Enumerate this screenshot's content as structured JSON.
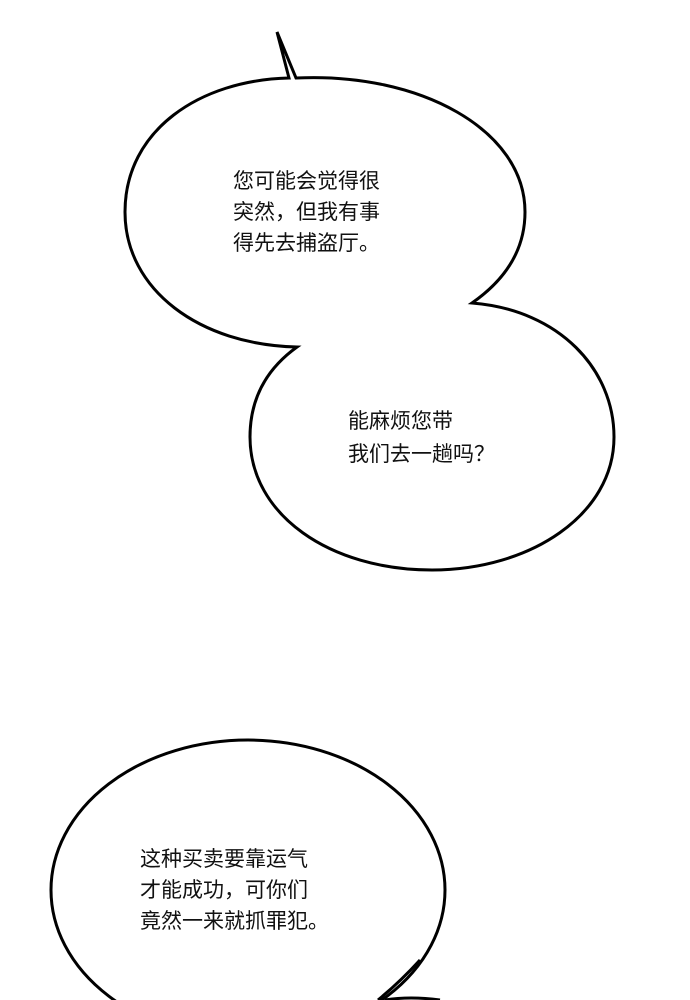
{
  "bubbles": [
    {
      "lines": [
        "您可能会觉得很",
        "突然，但我有事",
        "得先去捕盗厅。"
      ]
    },
    {
      "lines": [
        "能麻烦您带",
        "我们去一趟吗？"
      ]
    },
    {
      "lines": [
        "这种买卖要靠运气",
        "才能成功，可你们",
        "竟然一来就抓罪犯。"
      ]
    }
  ],
  "colors": {
    "stroke": "#000000",
    "fill": "#ffffff"
  }
}
